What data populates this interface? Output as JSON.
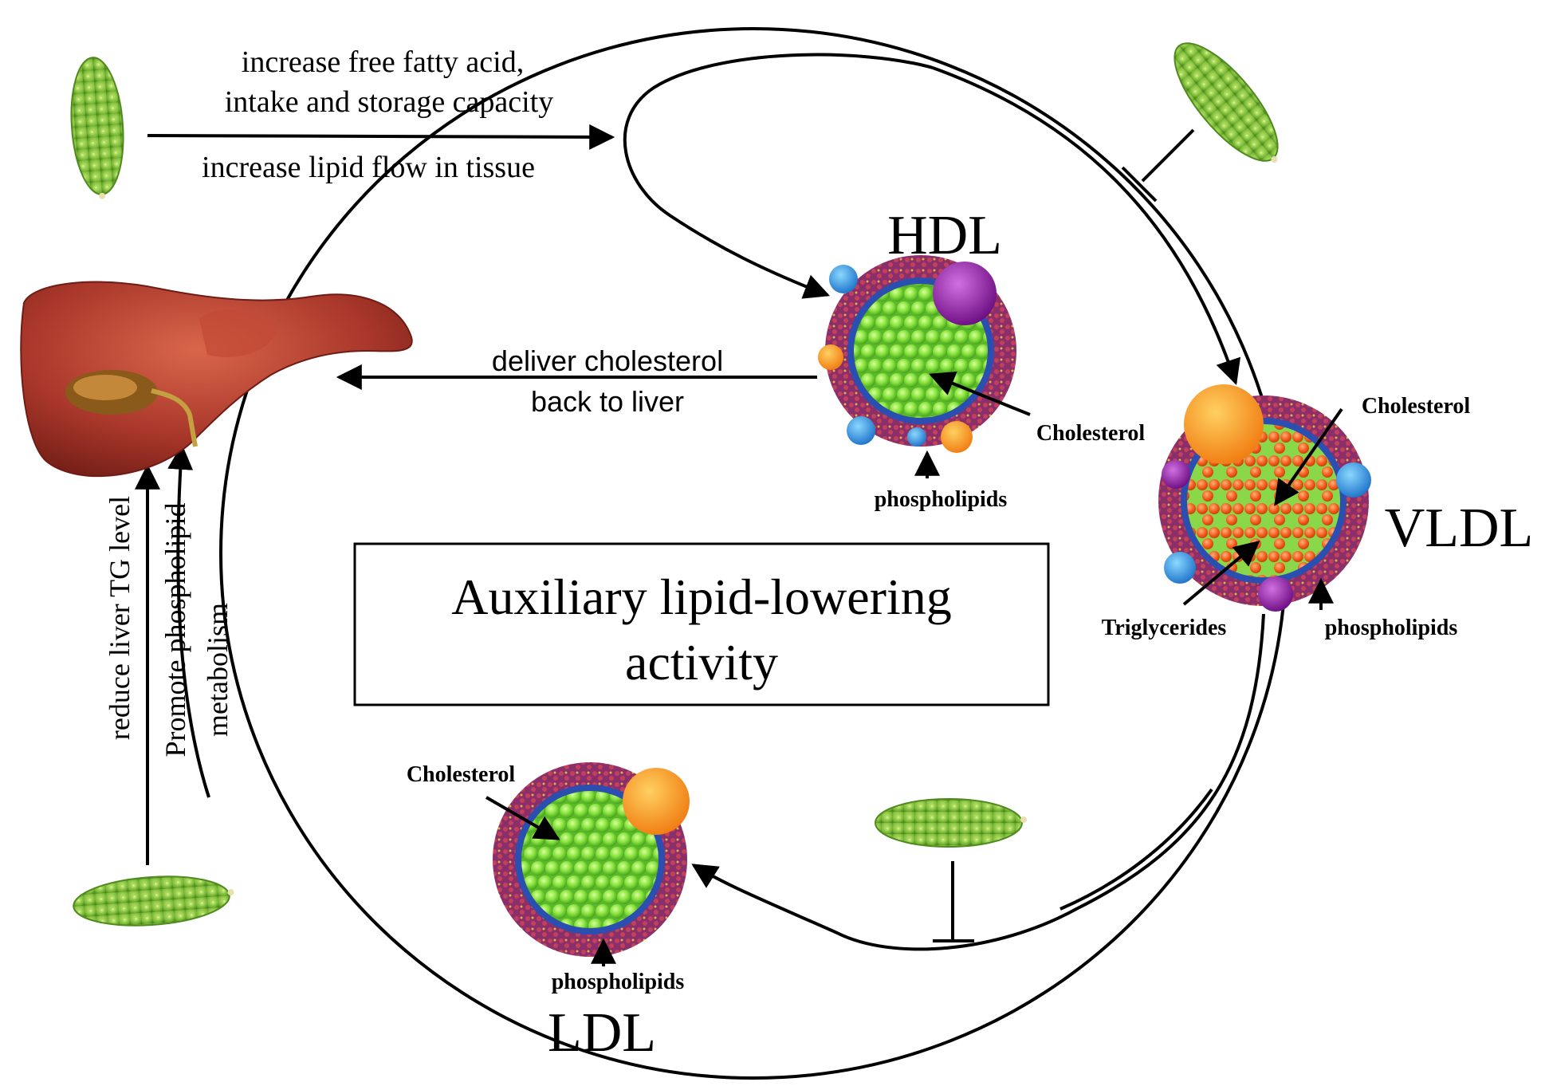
{
  "top_process": {
    "line1": "increase free fatty acid,",
    "line2": "intake and storage capacity",
    "line3": "increase lipid flow in tissue"
  },
  "hdl": {
    "title": "HDL",
    "cholesterol_label": "Cholesterol",
    "phospholipids_label": "phospholipids"
  },
  "vldl": {
    "title": "VLDL",
    "cholesterol_label": "Cholesterol",
    "triglycerides_label": "Triglycerides",
    "phospholipids_label": "phospholipids"
  },
  "ldl": {
    "title": "LDL",
    "cholesterol_label": "Cholesterol",
    "phospholipids_label": "phospholipids"
  },
  "deliver": {
    "line1": "deliver cholesterol",
    "line2": "back to liver"
  },
  "center_box": {
    "line1": "Auxiliary lipid-lowering",
    "line2": "activity"
  },
  "left_labels": {
    "reduce": "reduce liver TG level",
    "promote_line1": "Promote phospholipid",
    "promote_line2": "metabolism"
  },
  "colors": {
    "liver": "#a8362a",
    "core_green": "#7ee03a",
    "core_orange": "#f2661e",
    "membrane": "#8a2f6a",
    "membrane_blue": "#2a4fb0",
    "protein_purple": "#8a1aa0",
    "protein_orange": "#f7a11a",
    "protein_blue": "#2aa0e8",
    "gourd": "#7dbb3a"
  }
}
